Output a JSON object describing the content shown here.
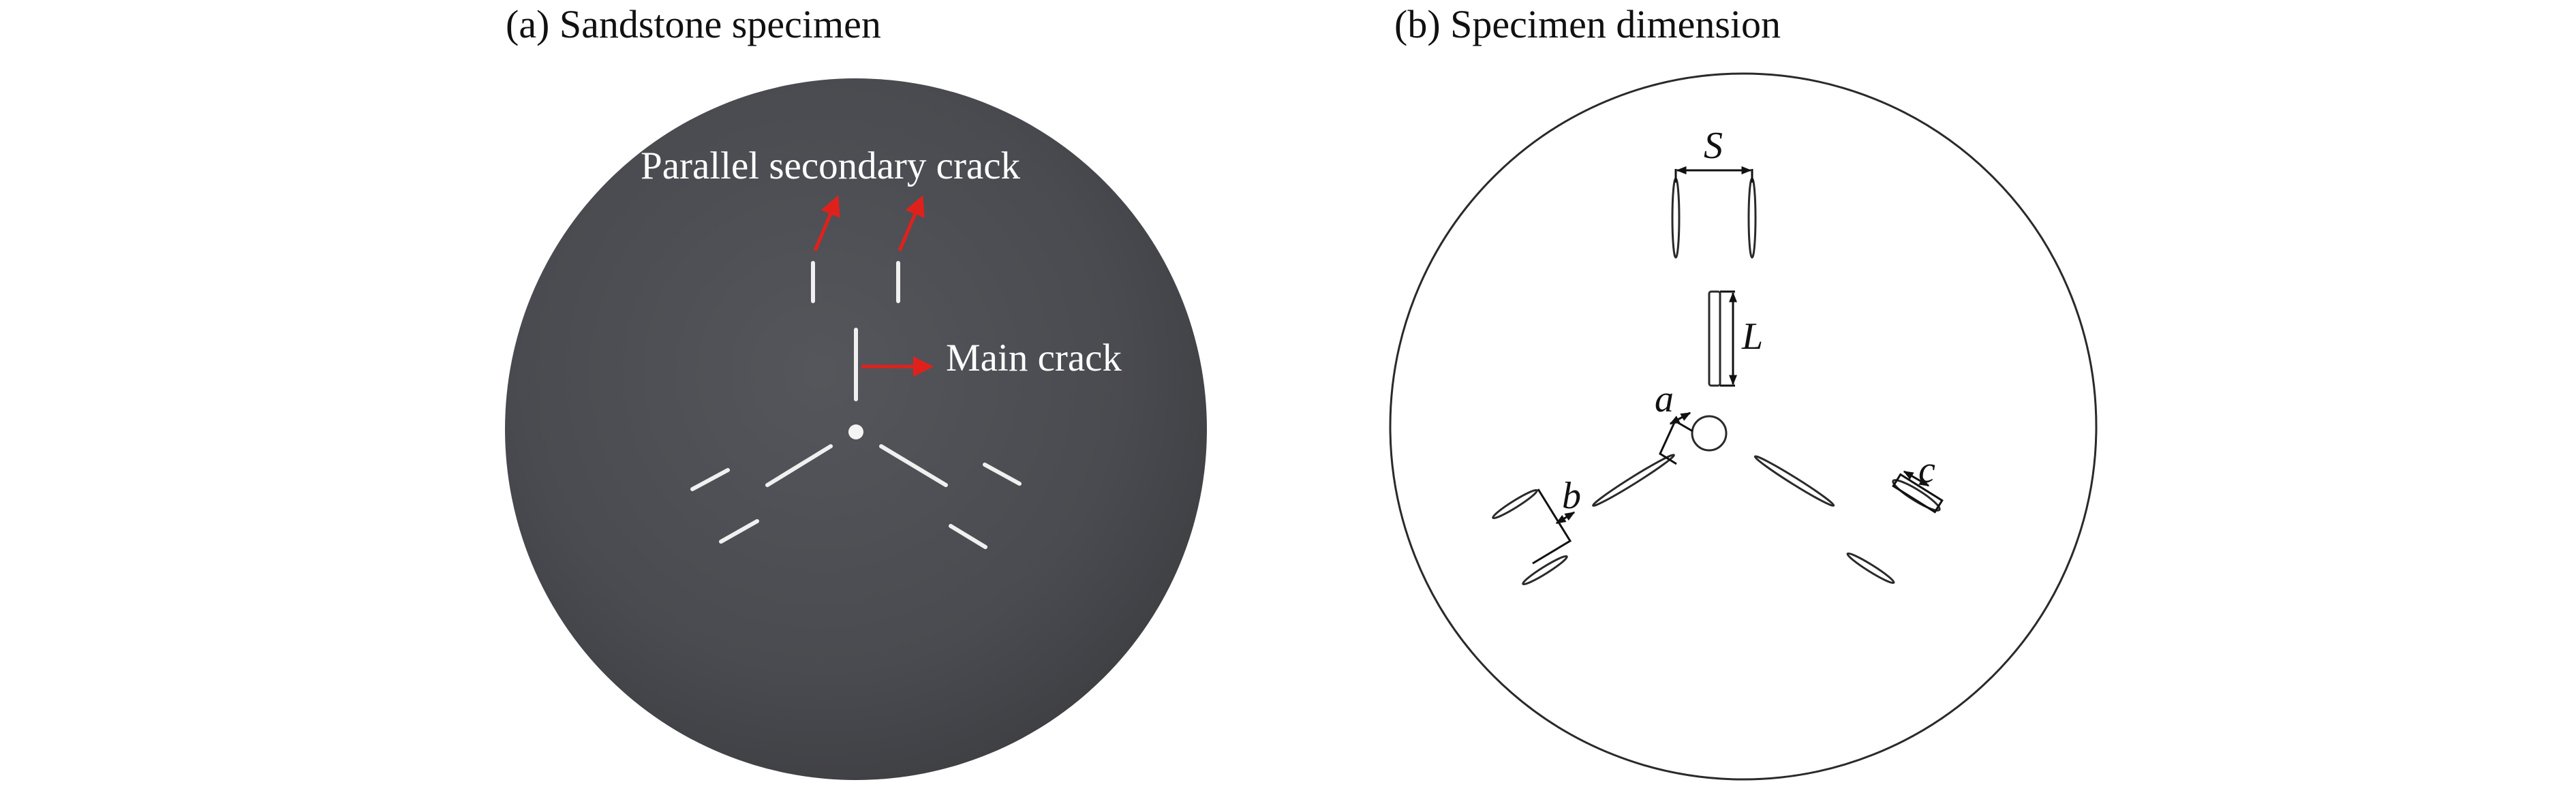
{
  "panel_a": {
    "caption": "(a) Sandstone specimen",
    "labels": {
      "secondary": "Parallel secondary crack",
      "main": "Main crack"
    },
    "colors": {
      "specimen": "#4a4b4f",
      "crack": "#f2f2f2",
      "arrow": "#e0211b"
    }
  },
  "panel_b": {
    "caption": "(b) Specimen dimension",
    "labels": {
      "S": "S",
      "L": "L",
      "a": "a",
      "b": "b",
      "c": "c"
    },
    "colors": {
      "outline": "#2a2a2a"
    }
  }
}
